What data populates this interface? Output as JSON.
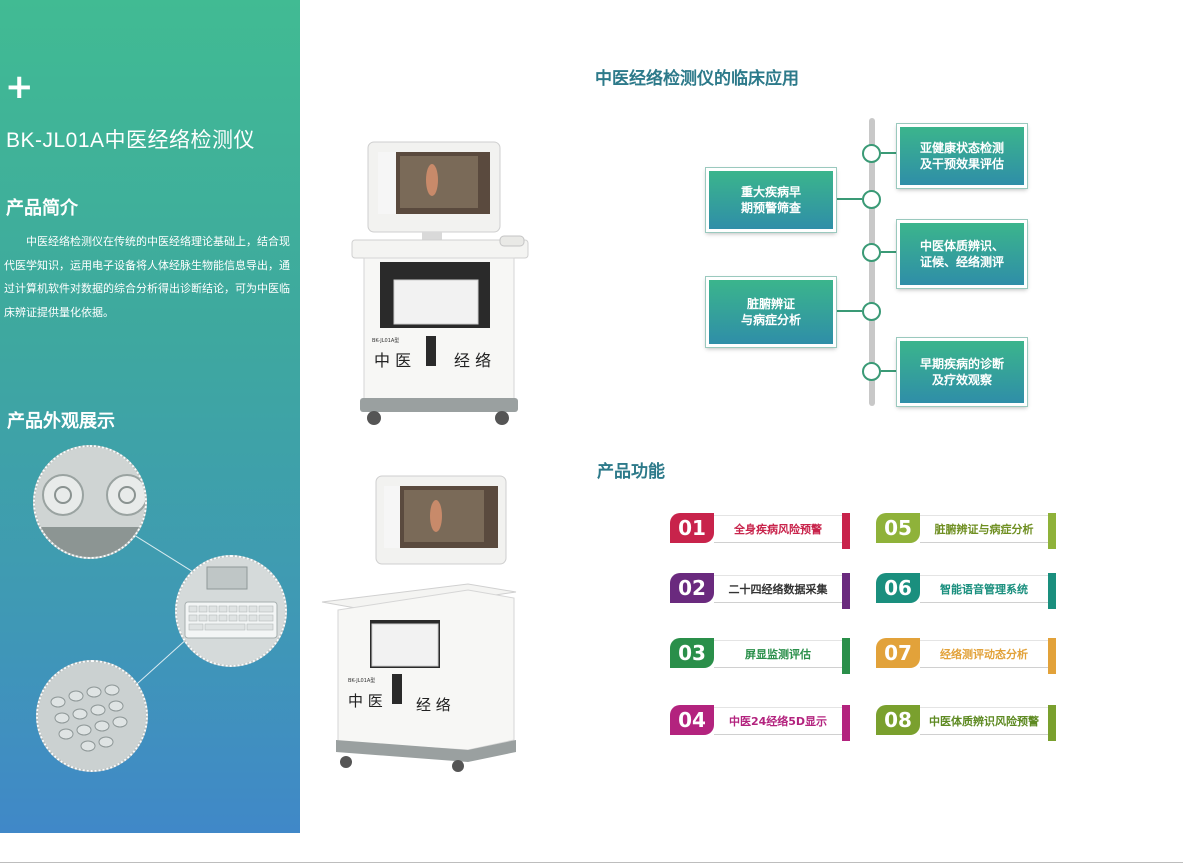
{
  "sidebar": {
    "plus": "+",
    "model_title": "BK-JL01A中医经络检测仪",
    "intro_heading": "产品简介",
    "intro_text": "中医经络检测仪在传统的中医经络理论基础上，结合现代医学知识，运用电子设备将人体经脉生物能信息导出，通过计算机软件对数据的综合分析得出诊断结论，可为中医临床辨证提供量化依据。",
    "appearance_heading": "产品外观展示"
  },
  "clinical": {
    "title": "中医经络检测仪的临床应用",
    "items": [
      {
        "line1": "亚健康状态检测",
        "line2": "及干预效果评估"
      },
      {
        "line1": "重大疾病早",
        "line2": "期预警筛查"
      },
      {
        "line1": "中医体质辨识、",
        "line2": "证候、经络测评"
      },
      {
        "line1": "脏腑辨证",
        "line2": "与病症分析"
      },
      {
        "line1": "早期疾病的诊断",
        "line2": "及疗效观察"
      }
    ]
  },
  "functions": {
    "title": "产品功能",
    "items": [
      {
        "num": "01",
        "label": "全身疾病风险预警",
        "color": "#c8234b",
        "bar": "#c8234b",
        "text_color": "#c8234b"
      },
      {
        "num": "02",
        "label": "二十四经络数据采集",
        "color": "#6a2a7e",
        "bar": "#6a2a7e",
        "text_color": "#333333"
      },
      {
        "num": "03",
        "label": "屏显监测评估",
        "color": "#2a8f4a",
        "bar": "#2a8f4a",
        "text_color": "#2a8f4a"
      },
      {
        "num": "04",
        "label": "中医24经络5D显示",
        "color": "#b3237e",
        "bar": "#b3237e",
        "text_color": "#b3237e"
      },
      {
        "num": "05",
        "label": "脏腑辨证与病症分析",
        "color": "#8fb23a",
        "bar": "#8fb23a",
        "text_color": "#6f8f22"
      },
      {
        "num": "06",
        "label": "智能语音管理系统",
        "color": "#1a8f7e",
        "bar": "#1a8f7e",
        "text_color": "#1a8f7e"
      },
      {
        "num": "07",
        "label": "经络测评动态分析",
        "color": "#e2a23a",
        "bar": "#e2a23a",
        "text_color": "#e2a23a"
      },
      {
        "num": "08",
        "label": "中医体质辨识风险预警",
        "color": "#7aa02e",
        "bar": "#7aa02e",
        "text_color": "#5e8a22"
      }
    ]
  },
  "device": {
    "model_label": "BK-JL01A型",
    "cabinet_text_left": "中 医",
    "cabinet_text_right": "经 络"
  },
  "icons": [
    "plus-icon",
    "detail-handgrip",
    "detail-keyboard",
    "detail-keypad",
    "device-front",
    "device-side"
  ]
}
